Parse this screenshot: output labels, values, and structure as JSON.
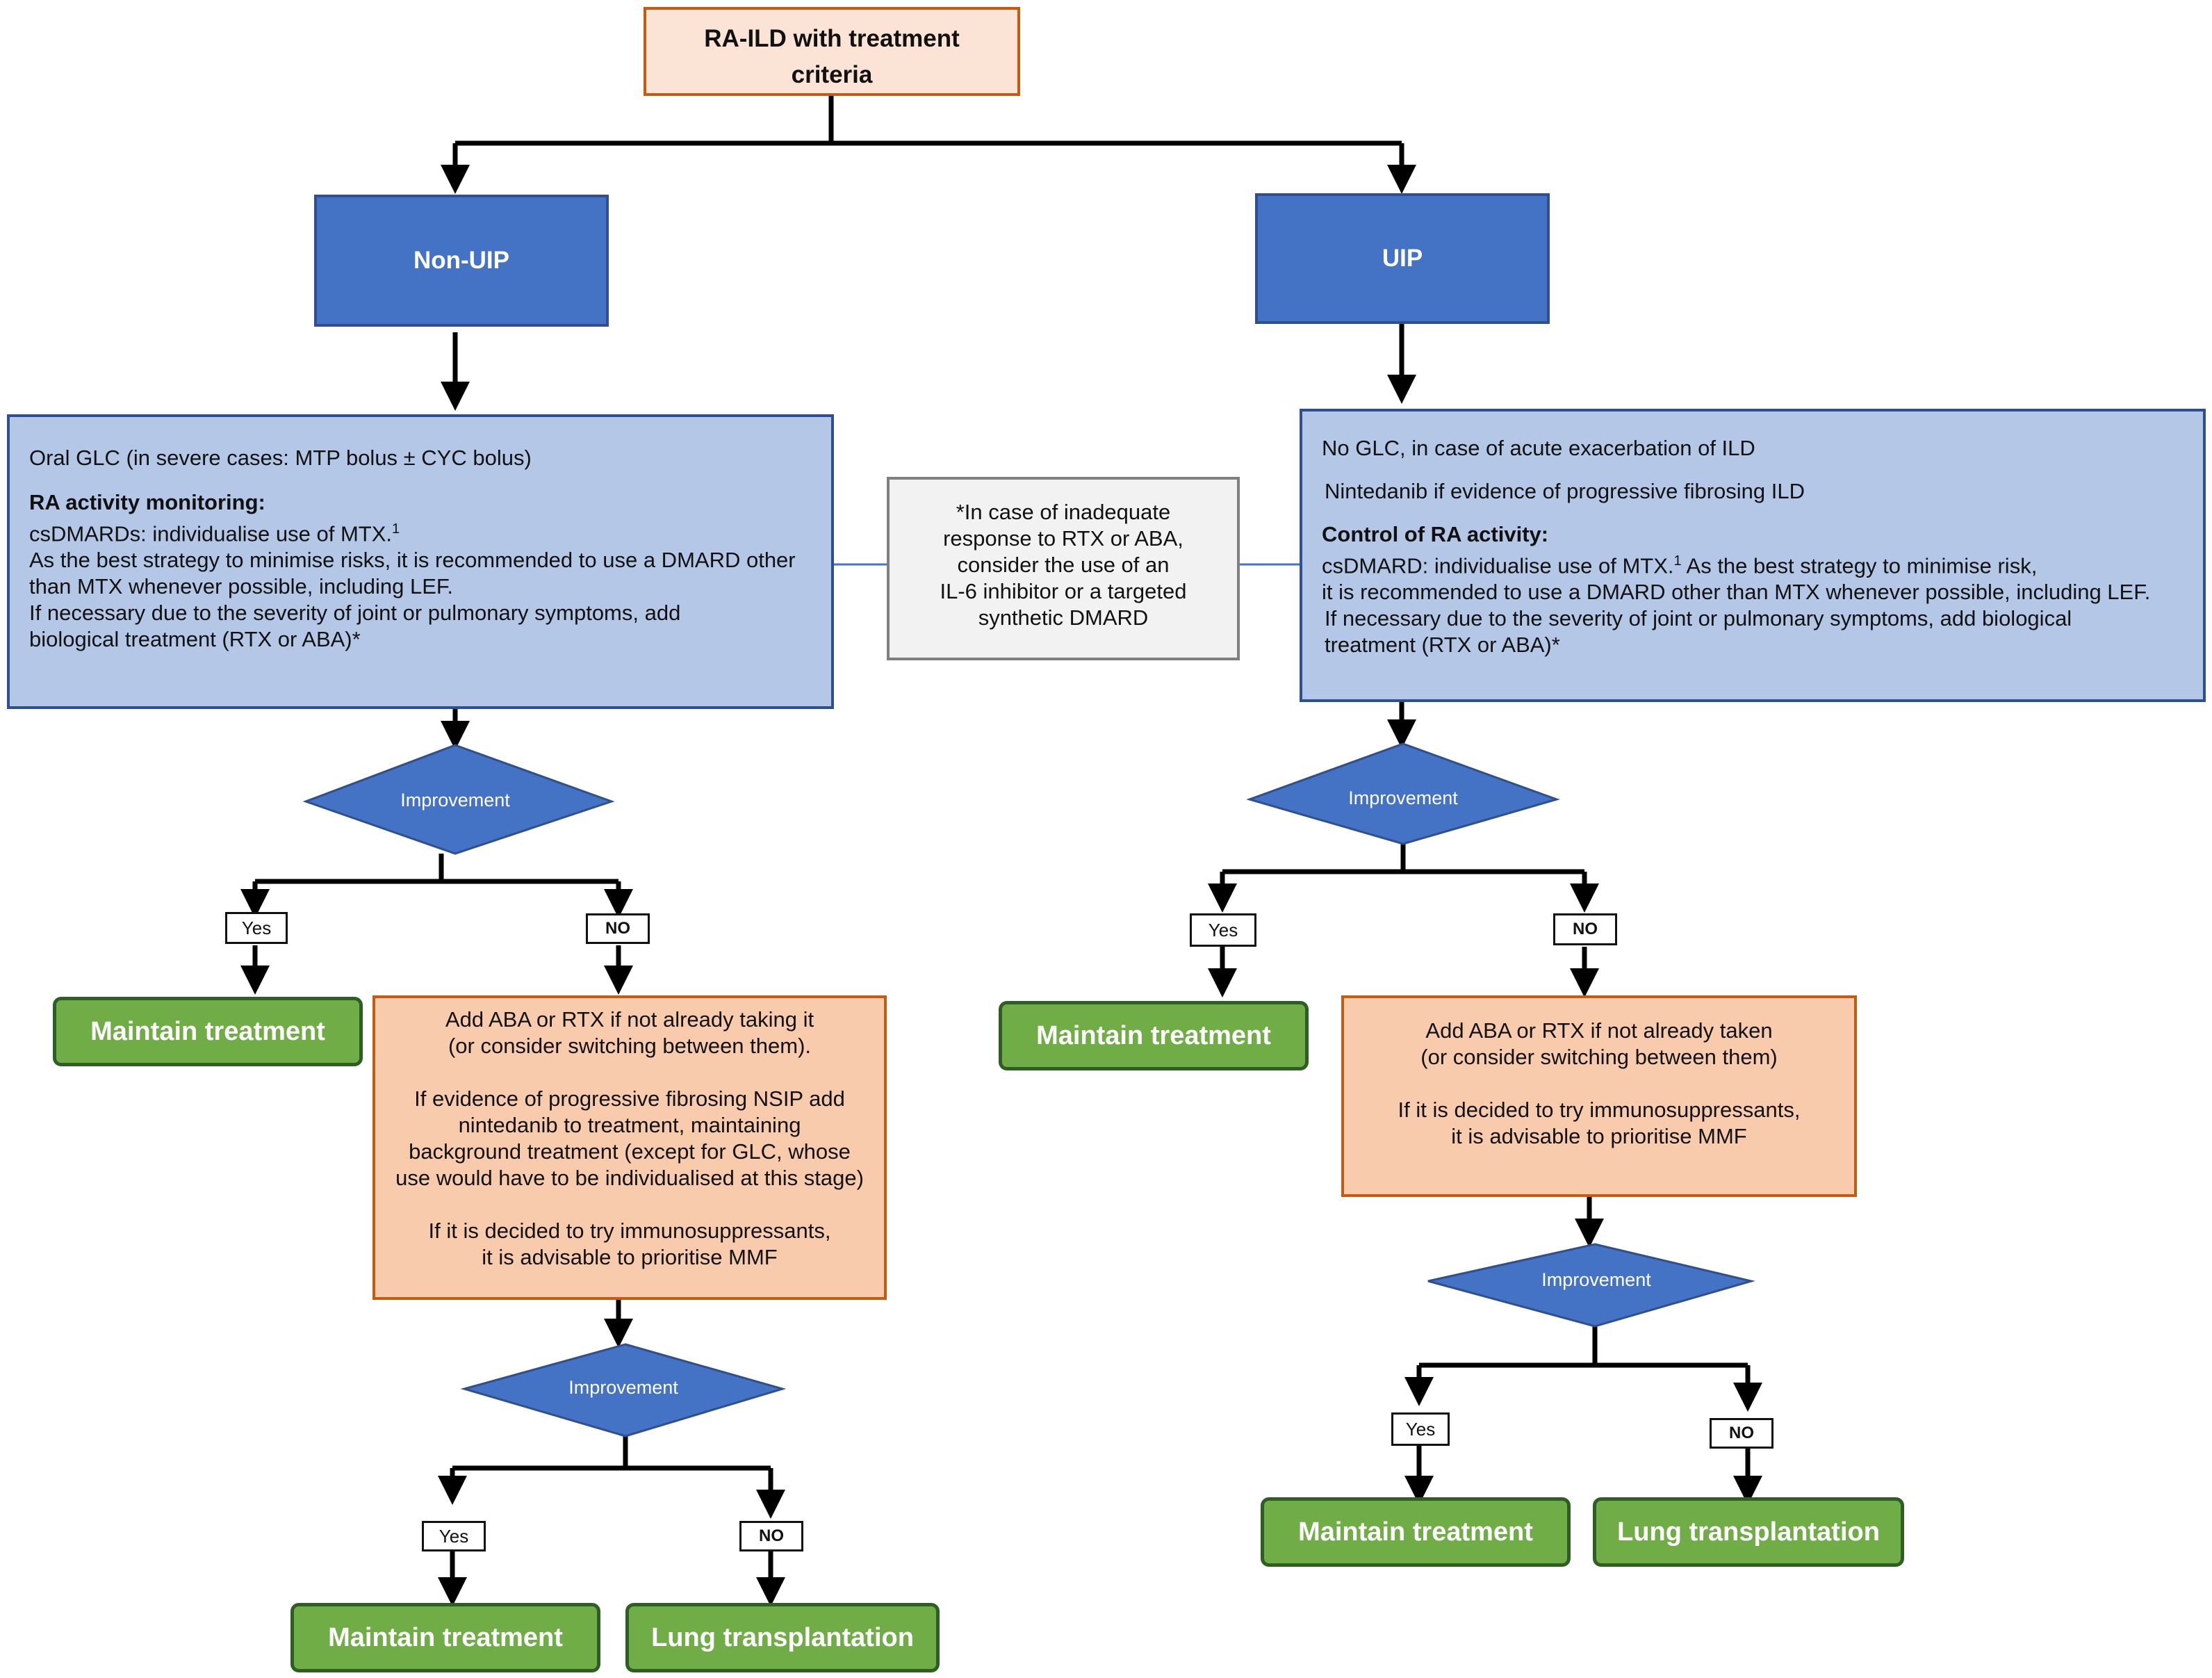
{
  "top_node": {
    "line1": "RA-ILD with treatment",
    "line2": "criteria"
  },
  "left": {
    "header": "Non-UIP",
    "box": {
      "line1": "Oral GLC (in severe cases: MTP bolus ± CYC bolus)",
      "heading": "RA activity monitoring:",
      "line2": "csDMARDs: individualise use of MTX.",
      "sup": "1",
      "line3": "As the best strategy to minimise risks, it is recommended to use a DMARD other",
      "line4": "than MTX whenever possible, including LEF.",
      "line5": "If necessary due to the severity of joint or pulmonary symptoms, add",
      "line6": "biological treatment (RTX or ABA)*"
    },
    "decision1": "Improvement",
    "yes1": "Yes",
    "no1": "NO",
    "maintain1": "Maintain treatment",
    "orange": {
      "l1": "Add ABA or RTX if not already taking it",
      "l2": "(or consider switching between them).",
      "l3": "If evidence of progressive fibrosing NSIP add",
      "l4": "nintedanib to treatment, maintaining",
      "l5": "background treatment (except for GLC, whose",
      "l6": "use would have to be individualised at this stage)",
      "l7": "If it is decided to try immunosuppressants,",
      "l8": "it is advisable to prioritise MMF"
    },
    "decision2": "Improvement",
    "yes2": "Yes",
    "no2": "NO",
    "maintain2": "Maintain treatment",
    "lung": "Lung transplantation"
  },
  "note": {
    "l1": "*In case of inadequate",
    "l2": "response to RTX or ABA,",
    "l3": "consider the use of an",
    "l4": "IL-6 inhibitor or a targeted",
    "l5": "synthetic DMARD"
  },
  "right": {
    "header": "UIP",
    "box": {
      "line1": "No GLC, in case of acute exacerbation of ILD",
      "line2": "Nintedanib if evidence of progressive fibrosing ILD",
      "heading": "Control of RA activity:",
      "line3": "csDMARD: individualise use of MTX.",
      "sup": "1",
      "line3b": " As the best strategy to minimise risk,",
      "line4": "it is recommended to use a DMARD other than MTX whenever possible, including LEF.",
      "line5": "If necessary due to the severity of joint or pulmonary symptoms, add biological",
      "line6": "treatment (RTX or ABA)*"
    },
    "decision1": "Improvement",
    "yes1": "Yes",
    "no1": "NO",
    "maintain1": "Maintain treatment",
    "orange": {
      "l1": "Add ABA or RTX if not already taken",
      "l2": "(or consider switching between them)",
      "l3": "If it is decided to try immunosuppressants,",
      "l4": "it is advisable to prioritise MMF"
    },
    "decision2": "Improvement",
    "yes2": "Yes",
    "no2": "NO",
    "maintain2": "Maintain treatment",
    "lung": "Lung transplantation"
  },
  "colors": {
    "top_fill": "#fbe3d6",
    "top_border": "#c55a11",
    "blue": "#4472c4",
    "light_blue": "#b4c7e7",
    "orange_fill": "#f8cbad",
    "green": "#70ad47",
    "note_fill": "#f2f2f2"
  }
}
